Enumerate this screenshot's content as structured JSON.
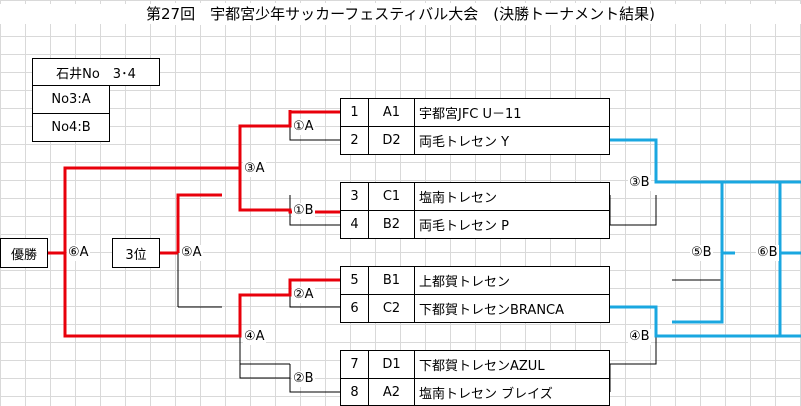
{
  "title": "第27回　宇都宮少年サッカーフェスティバル大会　(決勝トーナメント結果)",
  "referee_box": [
    "石井No　3･4",
    "No3:A",
    "No4:B"
  ],
  "teams": [
    {
      "no": "1",
      "seed": "A1",
      "name": "宇都宮JFC U－11"
    },
    {
      "no": "2",
      "seed": "D2",
      "name": "両毛トレセン Y"
    },
    {
      "no": "3",
      "seed": "C1",
      "name": "塩南トレセン"
    },
    {
      "no": "4",
      "seed": "B2",
      "name": "両毛トレセン P"
    },
    {
      "no": "5",
      "seed": "B1",
      "name": "上都賀トレセン"
    },
    {
      "no": "6",
      "seed": "C2",
      "name": "下都賀トレセンBRANCA"
    },
    {
      "no": "7",
      "seed": "D1",
      "name": "下都賀トレセンAZUL"
    },
    {
      "no": "8",
      "seed": "A2",
      "name": "塩南トレセン ブレイズ"
    }
  ],
  "matches": {
    "m1a": "①A",
    "m1b": "①B",
    "m2a": "②A",
    "m2b": "②B",
    "m3a": "③A",
    "m4a": "④A",
    "m5a": "⑤A",
    "m6a": "⑥A",
    "m3b": "③B",
    "m4b": "④B",
    "m5b": "⑤B",
    "m6b": "⑥B"
  },
  "results": {
    "champion": "優勝",
    "third": "3位"
  },
  "colors": {
    "winner_line": "#e8000b",
    "court_b_line": "#1aa7e0",
    "line": "#000000"
  }
}
